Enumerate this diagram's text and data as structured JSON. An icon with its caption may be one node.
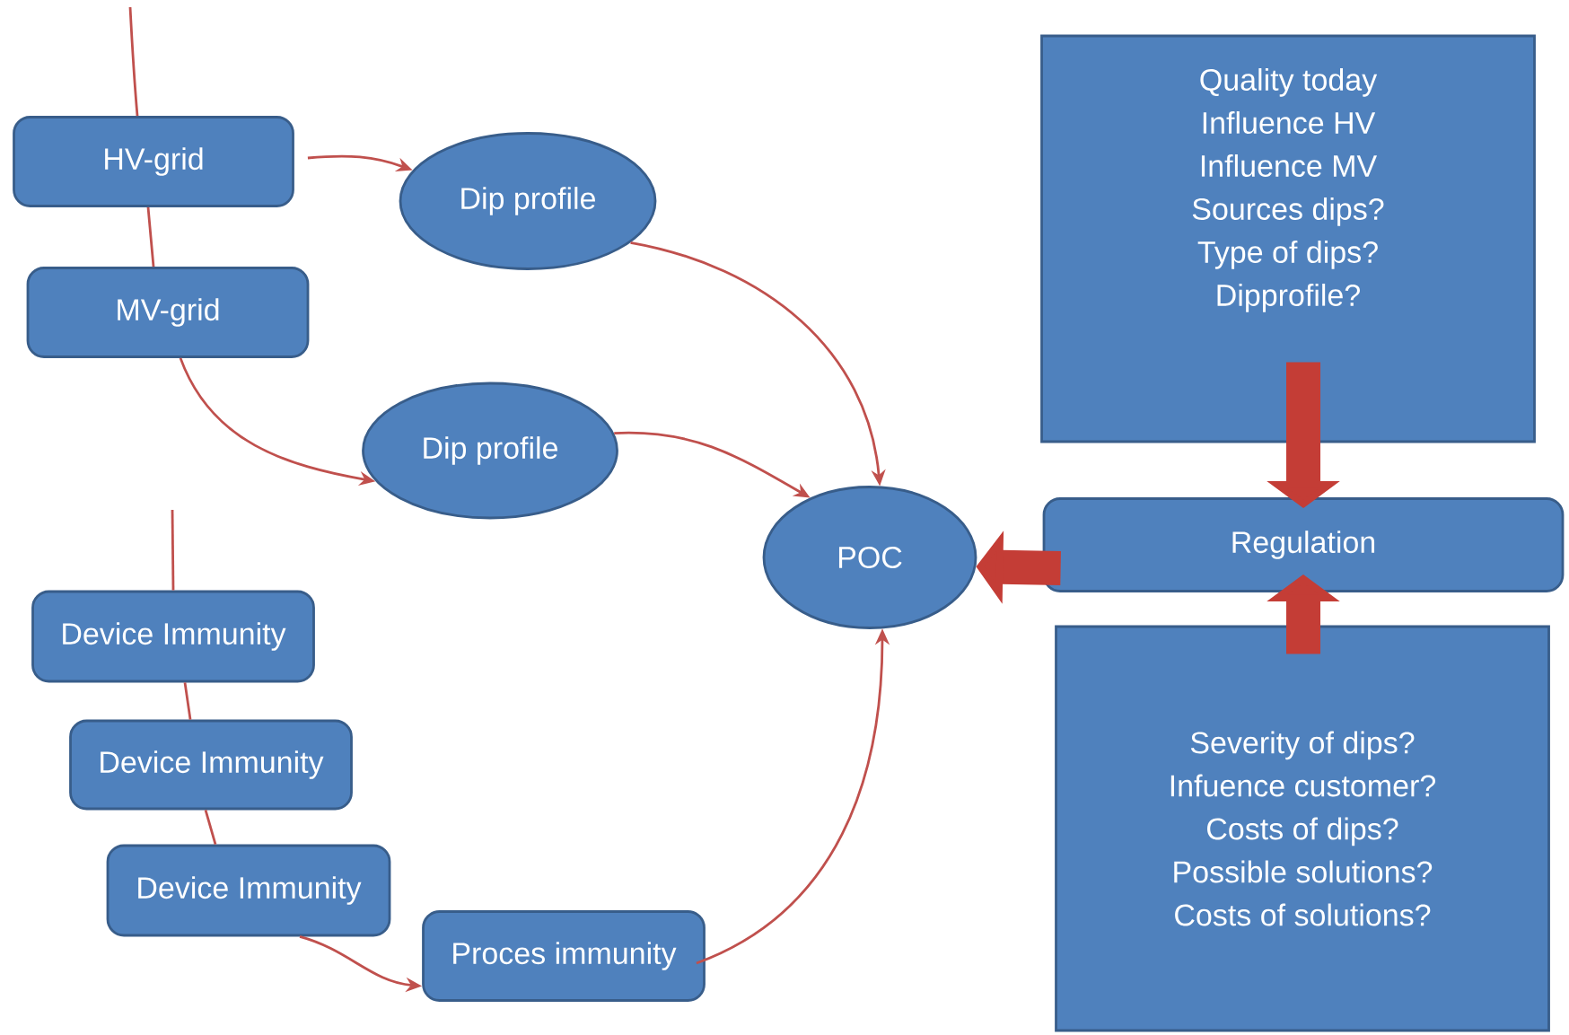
{
  "diagram": {
    "nodes": [
      {
        "text": [
          "HV-grid"
        ]
      },
      {
        "text": [
          "MV-grid"
        ]
      },
      {
        "text": [
          "Dip profile"
        ]
      },
      {
        "text": [
          "Dip profile"
        ]
      },
      {
        "text": [
          "Device Immunity"
        ]
      },
      {
        "text": [
          "Device Immunity"
        ]
      },
      {
        "text": [
          "Device Immunity"
        ]
      },
      {
        "text": [
          "Proces immunity"
        ]
      },
      {
        "text": [
          "POC"
        ]
      },
      {
        "text": [
          "Regulation"
        ]
      },
      {
        "text": [
          "Quality today",
          "Influence HV",
          "Influence MV",
          "Sources dips?",
          "Type of dips?",
          "Dipprofile?"
        ]
      },
      {
        "text": [
          "Severity of dips?",
          "Infuence customer?",
          "Costs of dips?",
          "Possible solutions?",
          "Costs of solutions?"
        ]
      }
    ],
    "edges": [
      {
        "from": null,
        "to": 0,
        "arrow": "none"
      },
      {
        "from": 0,
        "to": 1,
        "arrow": "none"
      },
      {
        "from": 0,
        "to": 2,
        "arrow": "to"
      },
      {
        "from": 1,
        "to": 3,
        "arrow": "to"
      },
      {
        "from": 2,
        "to": 8,
        "arrow": "to"
      },
      {
        "from": 3,
        "to": 8,
        "arrow": "to"
      },
      {
        "from": null,
        "to": 4,
        "arrow": "none"
      },
      {
        "from": 4,
        "to": 5,
        "arrow": "none"
      },
      {
        "from": 5,
        "to": 6,
        "arrow": "none"
      },
      {
        "from": 6,
        "to": 7,
        "arrow": "to"
      },
      {
        "from": 7,
        "to": 8,
        "arrow": "to"
      },
      {
        "from": 9,
        "to": 8,
        "arrow": "to",
        "style": "thick"
      },
      {
        "from": 10,
        "to": 9,
        "arrow": "to",
        "style": "thick"
      },
      {
        "from": 11,
        "to": 9,
        "arrow": "to",
        "style": "thick"
      }
    ]
  }
}
